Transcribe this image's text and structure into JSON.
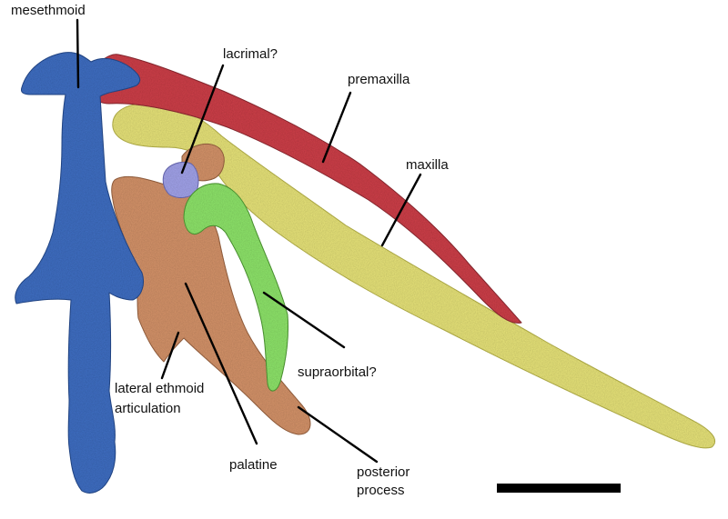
{
  "colors": {
    "mesethmoid": "#3f6fc4",
    "premaxilla": "#cf3f49",
    "maxilla": "#e9e57a",
    "lacrimal": "#a3a4ec",
    "palatine": "#d6946a",
    "supraorbital": "#8fe66b",
    "scale_bar": "#000000"
  },
  "labels": {
    "mesethmoid": "mesethmoid",
    "lacrimal": "lacrimal?",
    "premaxilla": "premaxilla",
    "maxilla": "maxilla",
    "supraorbital": "supraorbital?",
    "lateral_ethmoid_line1": "lateral ethmoid",
    "lateral_ethmoid_line2": "articulation",
    "palatine": "palatine",
    "posterior_line1": "posterior",
    "posterior_line2": "process"
  }
}
